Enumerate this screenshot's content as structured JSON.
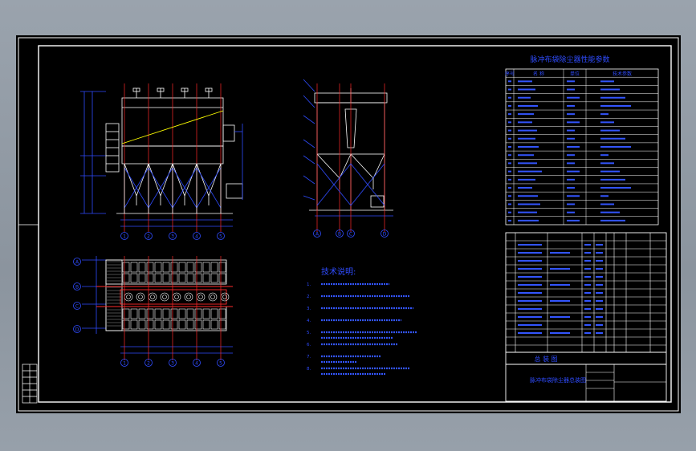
{
  "drawing": {
    "table_title": "脉冲布袋除尘器性能参数",
    "table_headers": [
      "序号",
      "名 称",
      "单位",
      "技术参数"
    ],
    "notes_title": "技术说明:",
    "notes": [
      "1.",
      "2.",
      "3.",
      "4.",
      "5.",
      "6.",
      "7.",
      "8."
    ],
    "title_block_left": "总 装 图",
    "title_block_name": "脉冲布袋除尘器总装图",
    "axis_labels_front": [
      "1",
      "2",
      "3",
      "4",
      "5"
    ],
    "axis_labels_side": [
      "A",
      "B",
      "C",
      "D"
    ],
    "axis_labels_plan": [
      "A",
      "B",
      "C",
      "D"
    ]
  },
  "colors": {
    "frame": "#ffffff",
    "line_blue": "#2f4cff",
    "line_red": "#ff2a2a",
    "line_yellow": "#ffff00",
    "text_blue": "#3355ff"
  }
}
